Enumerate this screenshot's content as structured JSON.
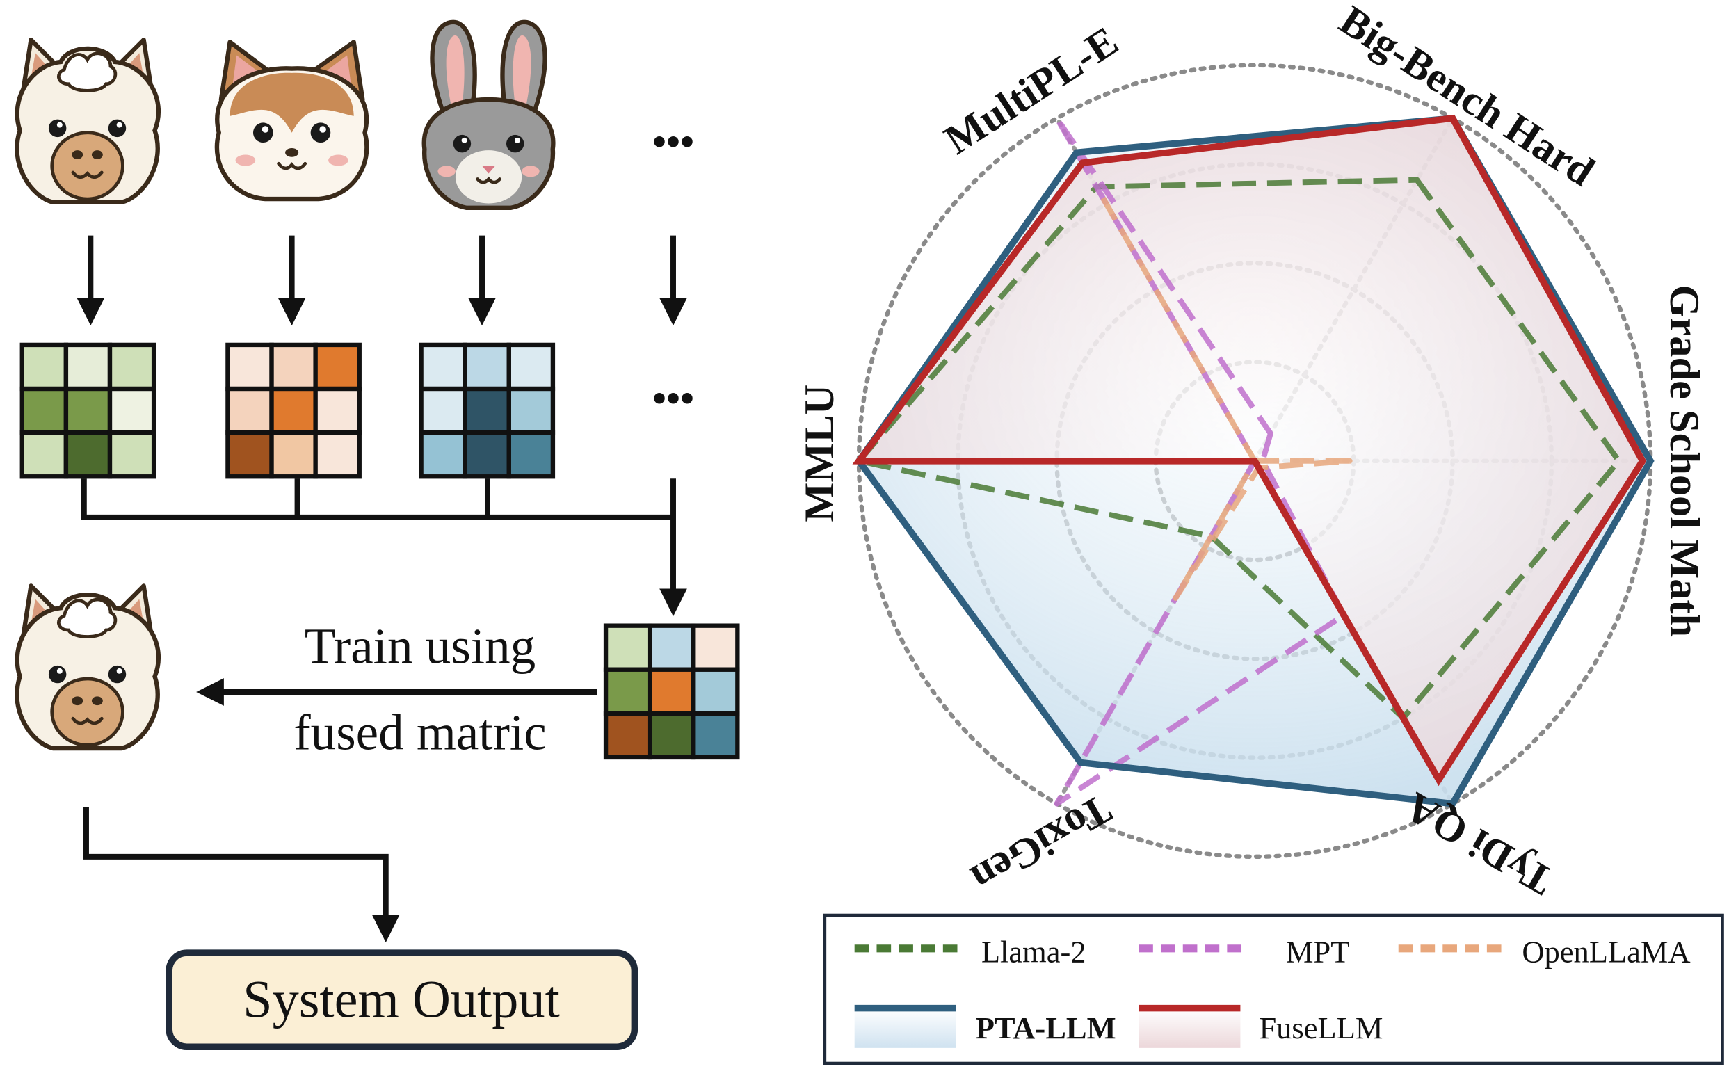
{
  "diagram": {
    "dots_label": "•••",
    "train_label_line1": "Train using",
    "train_label_line2": "fused matric",
    "output_label": "System Output",
    "matrices": {
      "green": [
        "#cfe0b8",
        "#e6edd8",
        "#cfe0b8",
        "#7a9a4a",
        "#7a9a4a",
        "#eef2e2",
        "#cfe0b8",
        "#4d6b2e",
        "#cfe0b8"
      ],
      "orange": [
        "#f8e6da",
        "#f4d3bd",
        "#e07a2e",
        "#f4d3bd",
        "#e07a2e",
        "#f8e6da",
        "#a0531f",
        "#f1c7a3",
        "#f8e6da"
      ],
      "blue": [
        "#dbeaf1",
        "#bcd8e6",
        "#dbeaf1",
        "#dbeaf1",
        "#2f5466",
        "#a3cad9",
        "#95c2d4",
        "#2f5466",
        "#4a8297"
      ],
      "fused": [
        "#cfe0b8",
        "#bcd8e6",
        "#f8e6da",
        "#7a9a4a",
        "#e07a2e",
        "#a3cad9",
        "#a0531f",
        "#4d6b2e",
        "#4a8297"
      ]
    }
  },
  "chart_data": {
    "type": "radar",
    "axes": [
      "Big-Bench Hard",
      "Grade School Math",
      "TyDi QA",
      "ToxiGen",
      "MMLU",
      "MultiPL-E"
    ],
    "range": [
      0,
      1
    ],
    "grid_levels": [
      0.25,
      0.5,
      0.75,
      1.0
    ],
    "series": [
      {
        "name": "Llama-2",
        "style": "dotted",
        "color": "#4a7a35",
        "values": [
          0.82,
          0.92,
          0.75,
          0.22,
          1.0,
          0.8
        ]
      },
      {
        "name": "MPT",
        "style": "dotted",
        "color": "#c070cc",
        "values": [
          0.08,
          0.02,
          0.45,
          1.0,
          0.0,
          1.0
        ]
      },
      {
        "name": "OpenLLaMA",
        "style": "dotted",
        "color": "#e8a77c",
        "values": [
          0.0,
          0.24,
          0.02,
          0.4,
          0.0,
          0.78
        ]
      },
      {
        "name": "PTA-LLM",
        "style": "solid",
        "color": "#2f5f7f",
        "fill": "#b8d4e8",
        "values": [
          1.0,
          1.0,
          1.0,
          0.88,
          1.0,
          0.9
        ]
      },
      {
        "name": "FuseLLM",
        "style": "solid",
        "color": "#b82828",
        "fill": "#e6d0d4",
        "values": [
          1.0,
          0.98,
          0.93,
          0.0,
          1.0,
          0.87
        ]
      }
    ]
  },
  "legend": {
    "items": [
      {
        "label": "Llama-2",
        "color": "#4a7a35",
        "style": "dotted",
        "bold": false
      },
      {
        "label": "MPT",
        "color": "#c070cc",
        "style": "dotted",
        "bold": false
      },
      {
        "label": "OpenLLaMA",
        "color": "#e8a77c",
        "style": "dotted",
        "bold": false
      },
      {
        "label": "PTA-LLM",
        "color": "#2f5f7f",
        "style": "solid",
        "bold": true
      },
      {
        "label": "FuseLLM",
        "color": "#b82828",
        "style": "solid",
        "bold": false
      }
    ]
  }
}
